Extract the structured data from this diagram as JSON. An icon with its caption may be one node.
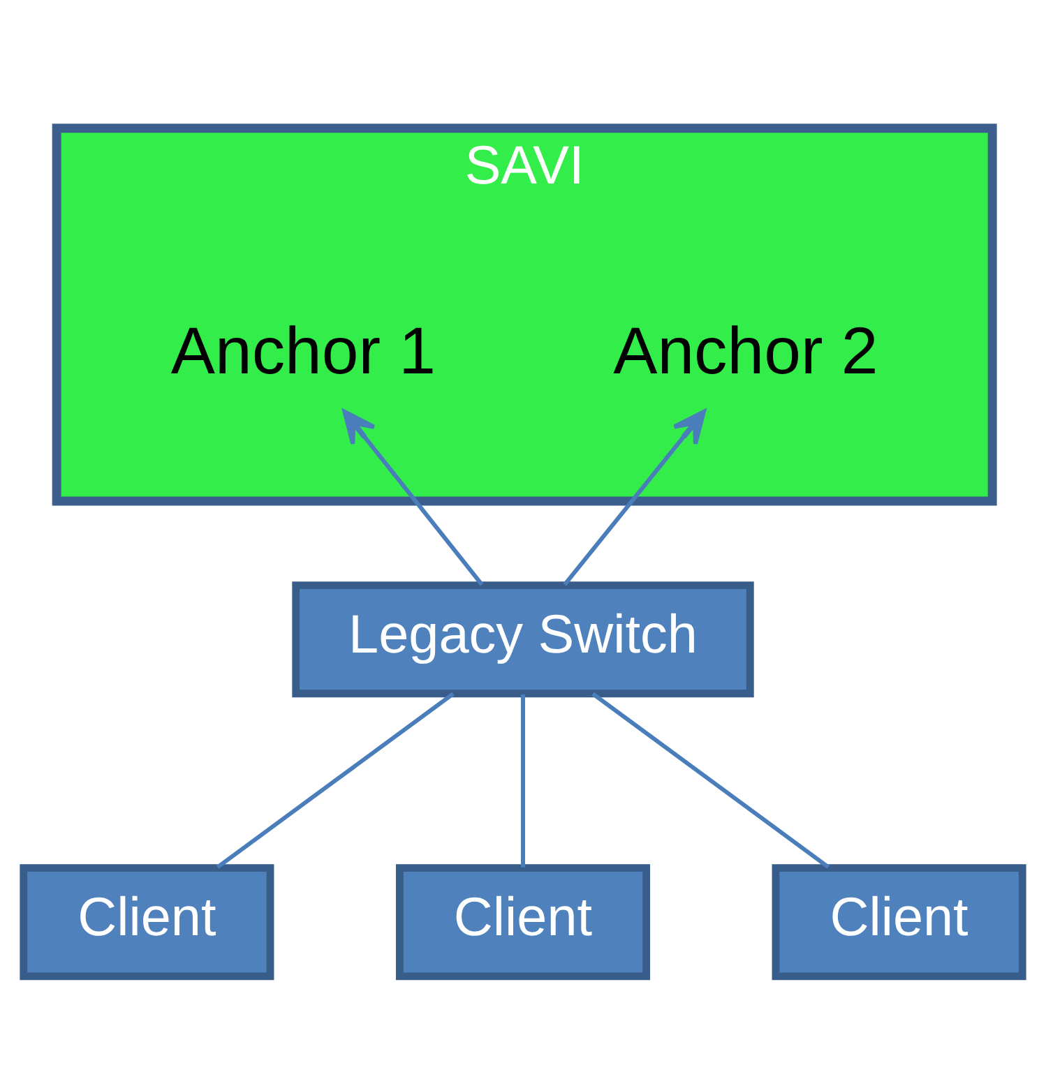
{
  "diagram": {
    "nodes": [
      {
        "text": [
          "SAVI"
        ]
      },
      {
        "text": [
          "Anchor 2"
        ],
        "in": 0
      },
      {
        "text": [
          "Anchor 1"
        ],
        "in": 0
      },
      {
        "text": [
          "Legacy Switch"
        ]
      },
      {
        "text": [
          "Client"
        ]
      },
      {
        "text": [
          "Client"
        ]
      },
      {
        "text": [
          "Client"
        ]
      }
    ],
    "edges": [
      {
        "from": 3,
        "to": 1,
        "arrow": "to"
      },
      {
        "from": 3,
        "to": 2,
        "arrow": "to"
      },
      {
        "from": 3,
        "to": 4,
        "arrow": "none"
      },
      {
        "from": 3,
        "to": 5,
        "arrow": "none"
      },
      {
        "from": 3,
        "to": 6,
        "arrow": "none"
      }
    ]
  }
}
